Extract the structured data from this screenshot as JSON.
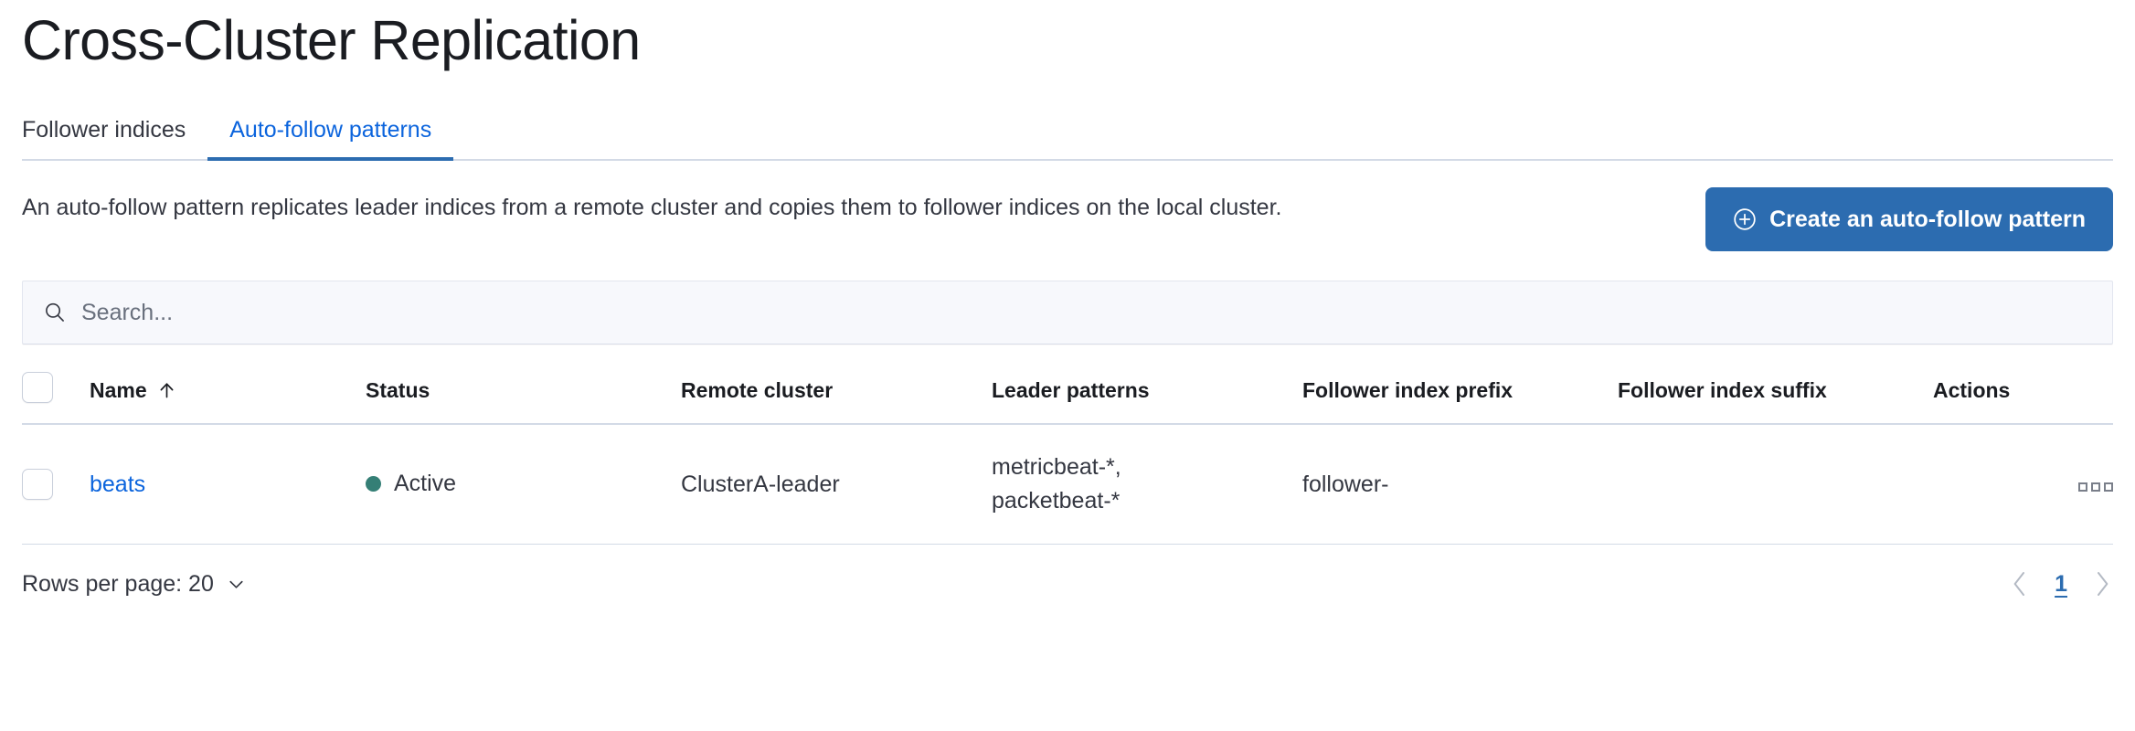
{
  "page": {
    "title": "Cross-Cluster Replication"
  },
  "tabs": [
    {
      "label": "Follower indices",
      "active": false
    },
    {
      "label": "Auto-follow patterns",
      "active": true
    }
  ],
  "description": "An auto-follow pattern replicates leader indices from a remote cluster and copies them to follower indices on the local cluster.",
  "create_button": {
    "label": "Create an auto-follow pattern",
    "icon": "plus-in-circle-icon",
    "color": "#2c6cb0"
  },
  "search": {
    "value": "",
    "placeholder": "Search...",
    "icon": "search-icon"
  },
  "table": {
    "columns": [
      "Name",
      "Status",
      "Remote cluster",
      "Leader patterns",
      "Follower index prefix",
      "Follower index suffix",
      "Actions"
    ],
    "sort": {
      "column": "Name",
      "direction": "asc",
      "icon": "arrow-up-icon"
    },
    "rows": [
      {
        "name": "beats",
        "status": "Active",
        "status_color": "#357f76",
        "remote_cluster": "ClusterA-leader",
        "leader_patterns": "metricbeat-*, packetbeat-*",
        "leader_patterns_lines": [
          "metricbeat-*,",
          "packetbeat-*"
        ],
        "follower_index_prefix": "follower-",
        "follower_index_suffix": "",
        "actions_icon": "more-actions-icon"
      }
    ]
  },
  "footer": {
    "rows_per_page_label": "Rows per page: 20",
    "pagination": {
      "prev_icon": "chevron-left-icon",
      "next_icon": "chevron-right-icon",
      "current_page": "1"
    }
  },
  "colors": {
    "link": "#0b64dd",
    "accent": "#2c6cb0",
    "border": "#d3dae6",
    "text": "#343741",
    "search_bg": "#f7f8fc"
  }
}
